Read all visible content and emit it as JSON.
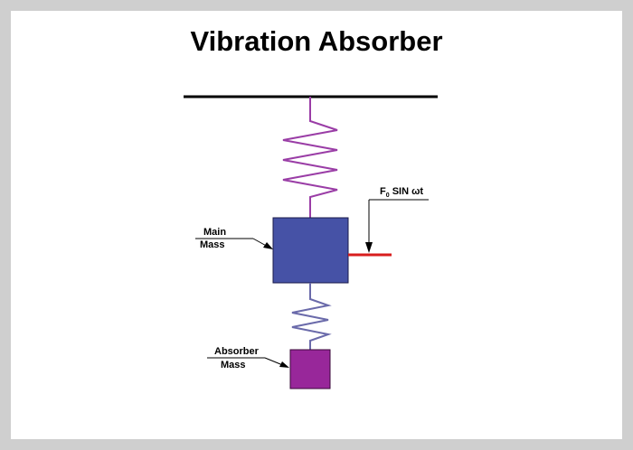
{
  "title": "Vibration Absorber",
  "labels": {
    "main_mass_line1": "Main",
    "main_mass_line2": "Mass",
    "absorber_mass_line1": "Absorber",
    "absorber_mass_line2": "Mass",
    "force_prefix": "F",
    "force_subscript": "0",
    "force_suffix": " SIN ωt"
  },
  "colors": {
    "frame": "#cfcfcf",
    "ceiling": "#000000",
    "upper_spring": "#9a3da6",
    "lower_spring": "#6a6aaa",
    "main_mass": "#4652a6",
    "absorber_mass": "#98279a",
    "force_bar": "#d81e1e"
  }
}
